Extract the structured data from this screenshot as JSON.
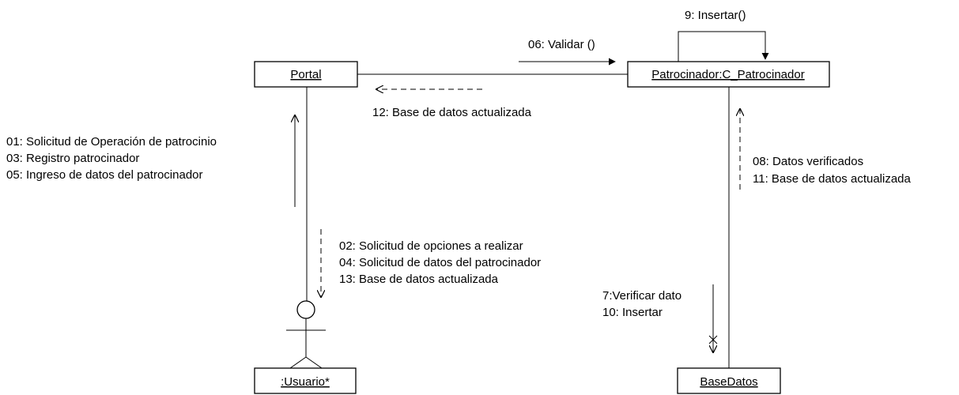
{
  "objects": {
    "portal": "Portal",
    "patrocinador": "Patrocinador:C_Patrocinador",
    "usuario": ":Usuario*",
    "basedatos": "BaseDatos"
  },
  "messages": {
    "portal_to_patrocinador": "06: Validar ()",
    "patrocinador_self": "9: Insertar()",
    "patrocinador_to_portal": "12: Base de datos actualizada",
    "usuario_to_portal": [
      "01: Solicitud de Operación de patrocinio",
      "03: Registro patrocinador",
      "05: Ingreso de datos del patrocinador"
    ],
    "portal_to_usuario": [
      "02: Solicitud de opciones a realizar",
      "04: Solicitud de datos del patrocinador",
      "13: Base de datos actualizada"
    ],
    "basedatos_to_patrocinador": [
      "08: Datos verificados",
      "11: Base de datos actualizada"
    ],
    "patrocinador_to_basedatos": [
      "7:Verificar dato",
      "10: Insertar"
    ]
  },
  "actor": {
    "icon": "stick-figure-actor-icon"
  },
  "colors": {
    "stroke": "#000000",
    "background": "#ffffff"
  }
}
